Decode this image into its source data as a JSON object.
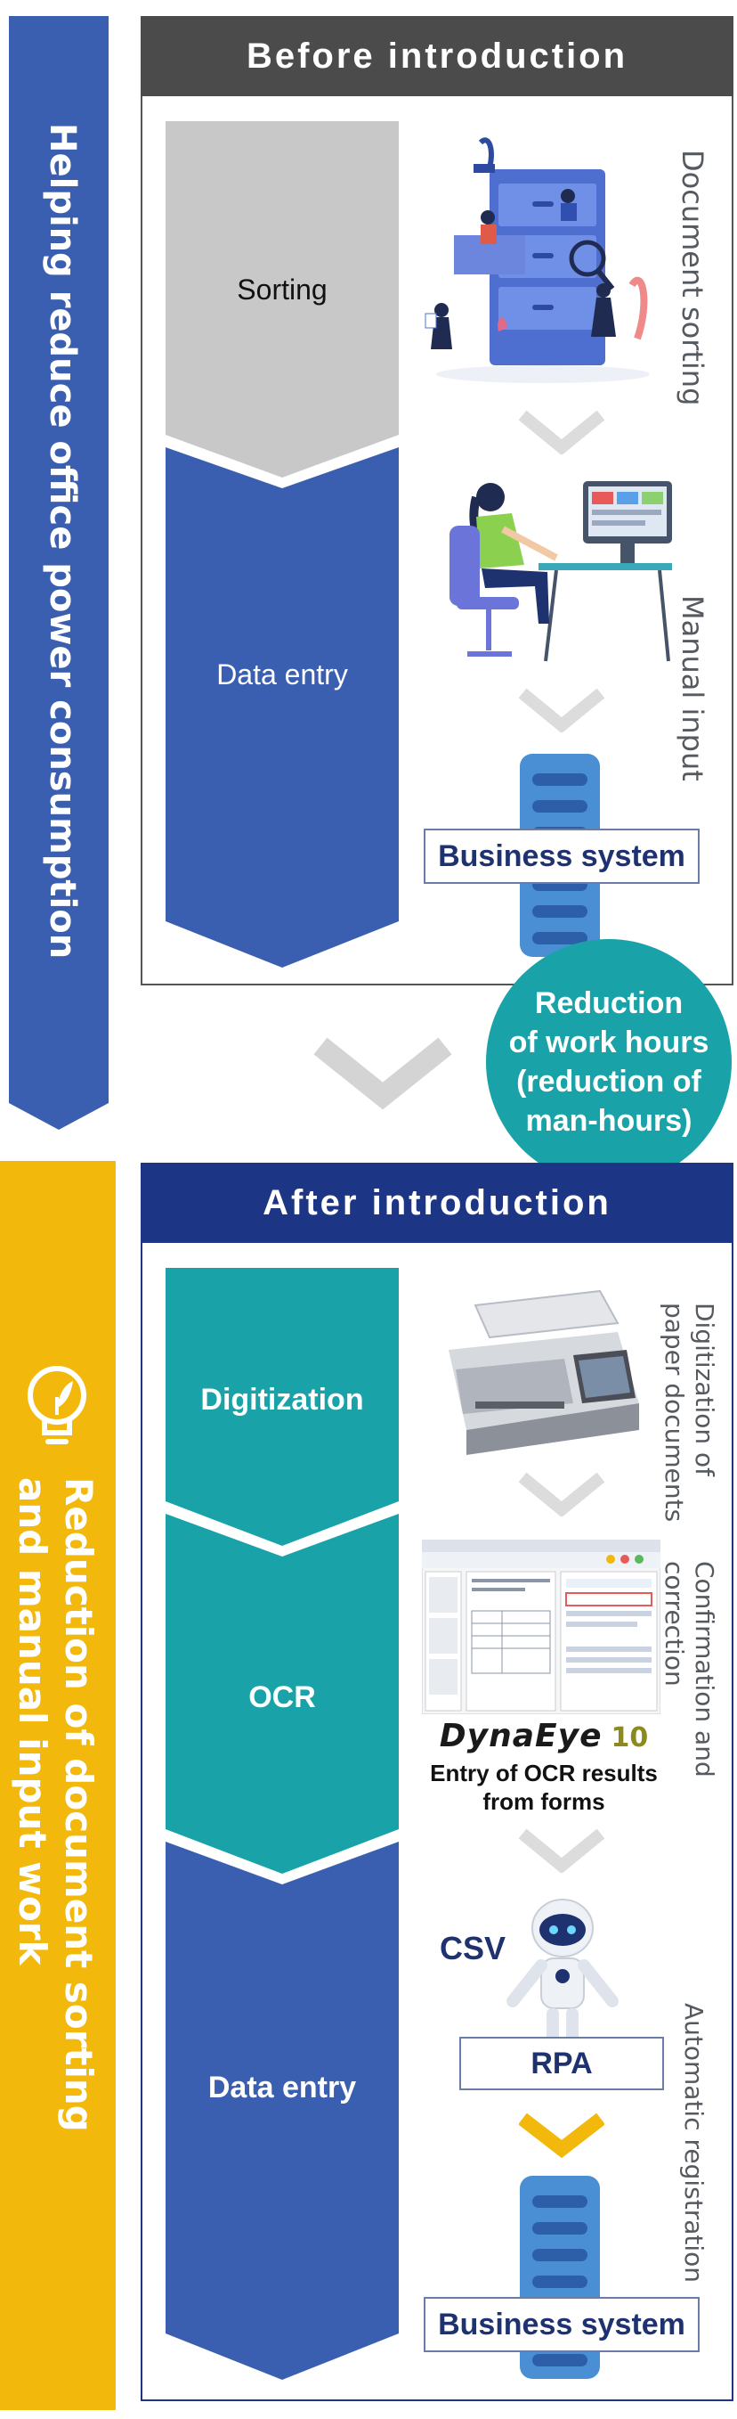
{
  "left_banner_top": {
    "text": "Helping reduce office power consumption"
  },
  "left_banner_bottom": {
    "lines": [
      "Reduction of document sorting",
      "and manual input work"
    ]
  },
  "before": {
    "header": "Before introduction",
    "stages": [
      "Sorting",
      "Data entry"
    ],
    "side_labels": [
      "Document sorting",
      "Manual input"
    ],
    "system_label": "Business system"
  },
  "reduction_badge": {
    "lines": [
      "Reduction",
      "of work hours",
      "(reduction of",
      "man-hours)"
    ]
  },
  "after": {
    "header": "After introduction",
    "stages": [
      "Digitization",
      "OCR",
      "Data entry"
    ],
    "side_labels": {
      "digitization": [
        "Digitization of",
        "paper documents"
      ],
      "confirmation": [
        "Confirmation and",
        "correction"
      ],
      "automatic": [
        "Automatic registration"
      ]
    },
    "product_logo": "DynaEye",
    "product_version": "10",
    "product_caption": [
      "Entry of OCR results",
      "from forms"
    ],
    "csv_label": "CSV",
    "rpa_label": "RPA",
    "system_label": "Business system"
  },
  "colors": {
    "blue": "#3a5fb0",
    "navy": "#1d3585",
    "teal": "#19a3a9",
    "gray": "#c8c8c8",
    "dark_header": "#4b4b4b",
    "yellow": "#f2b80c"
  }
}
